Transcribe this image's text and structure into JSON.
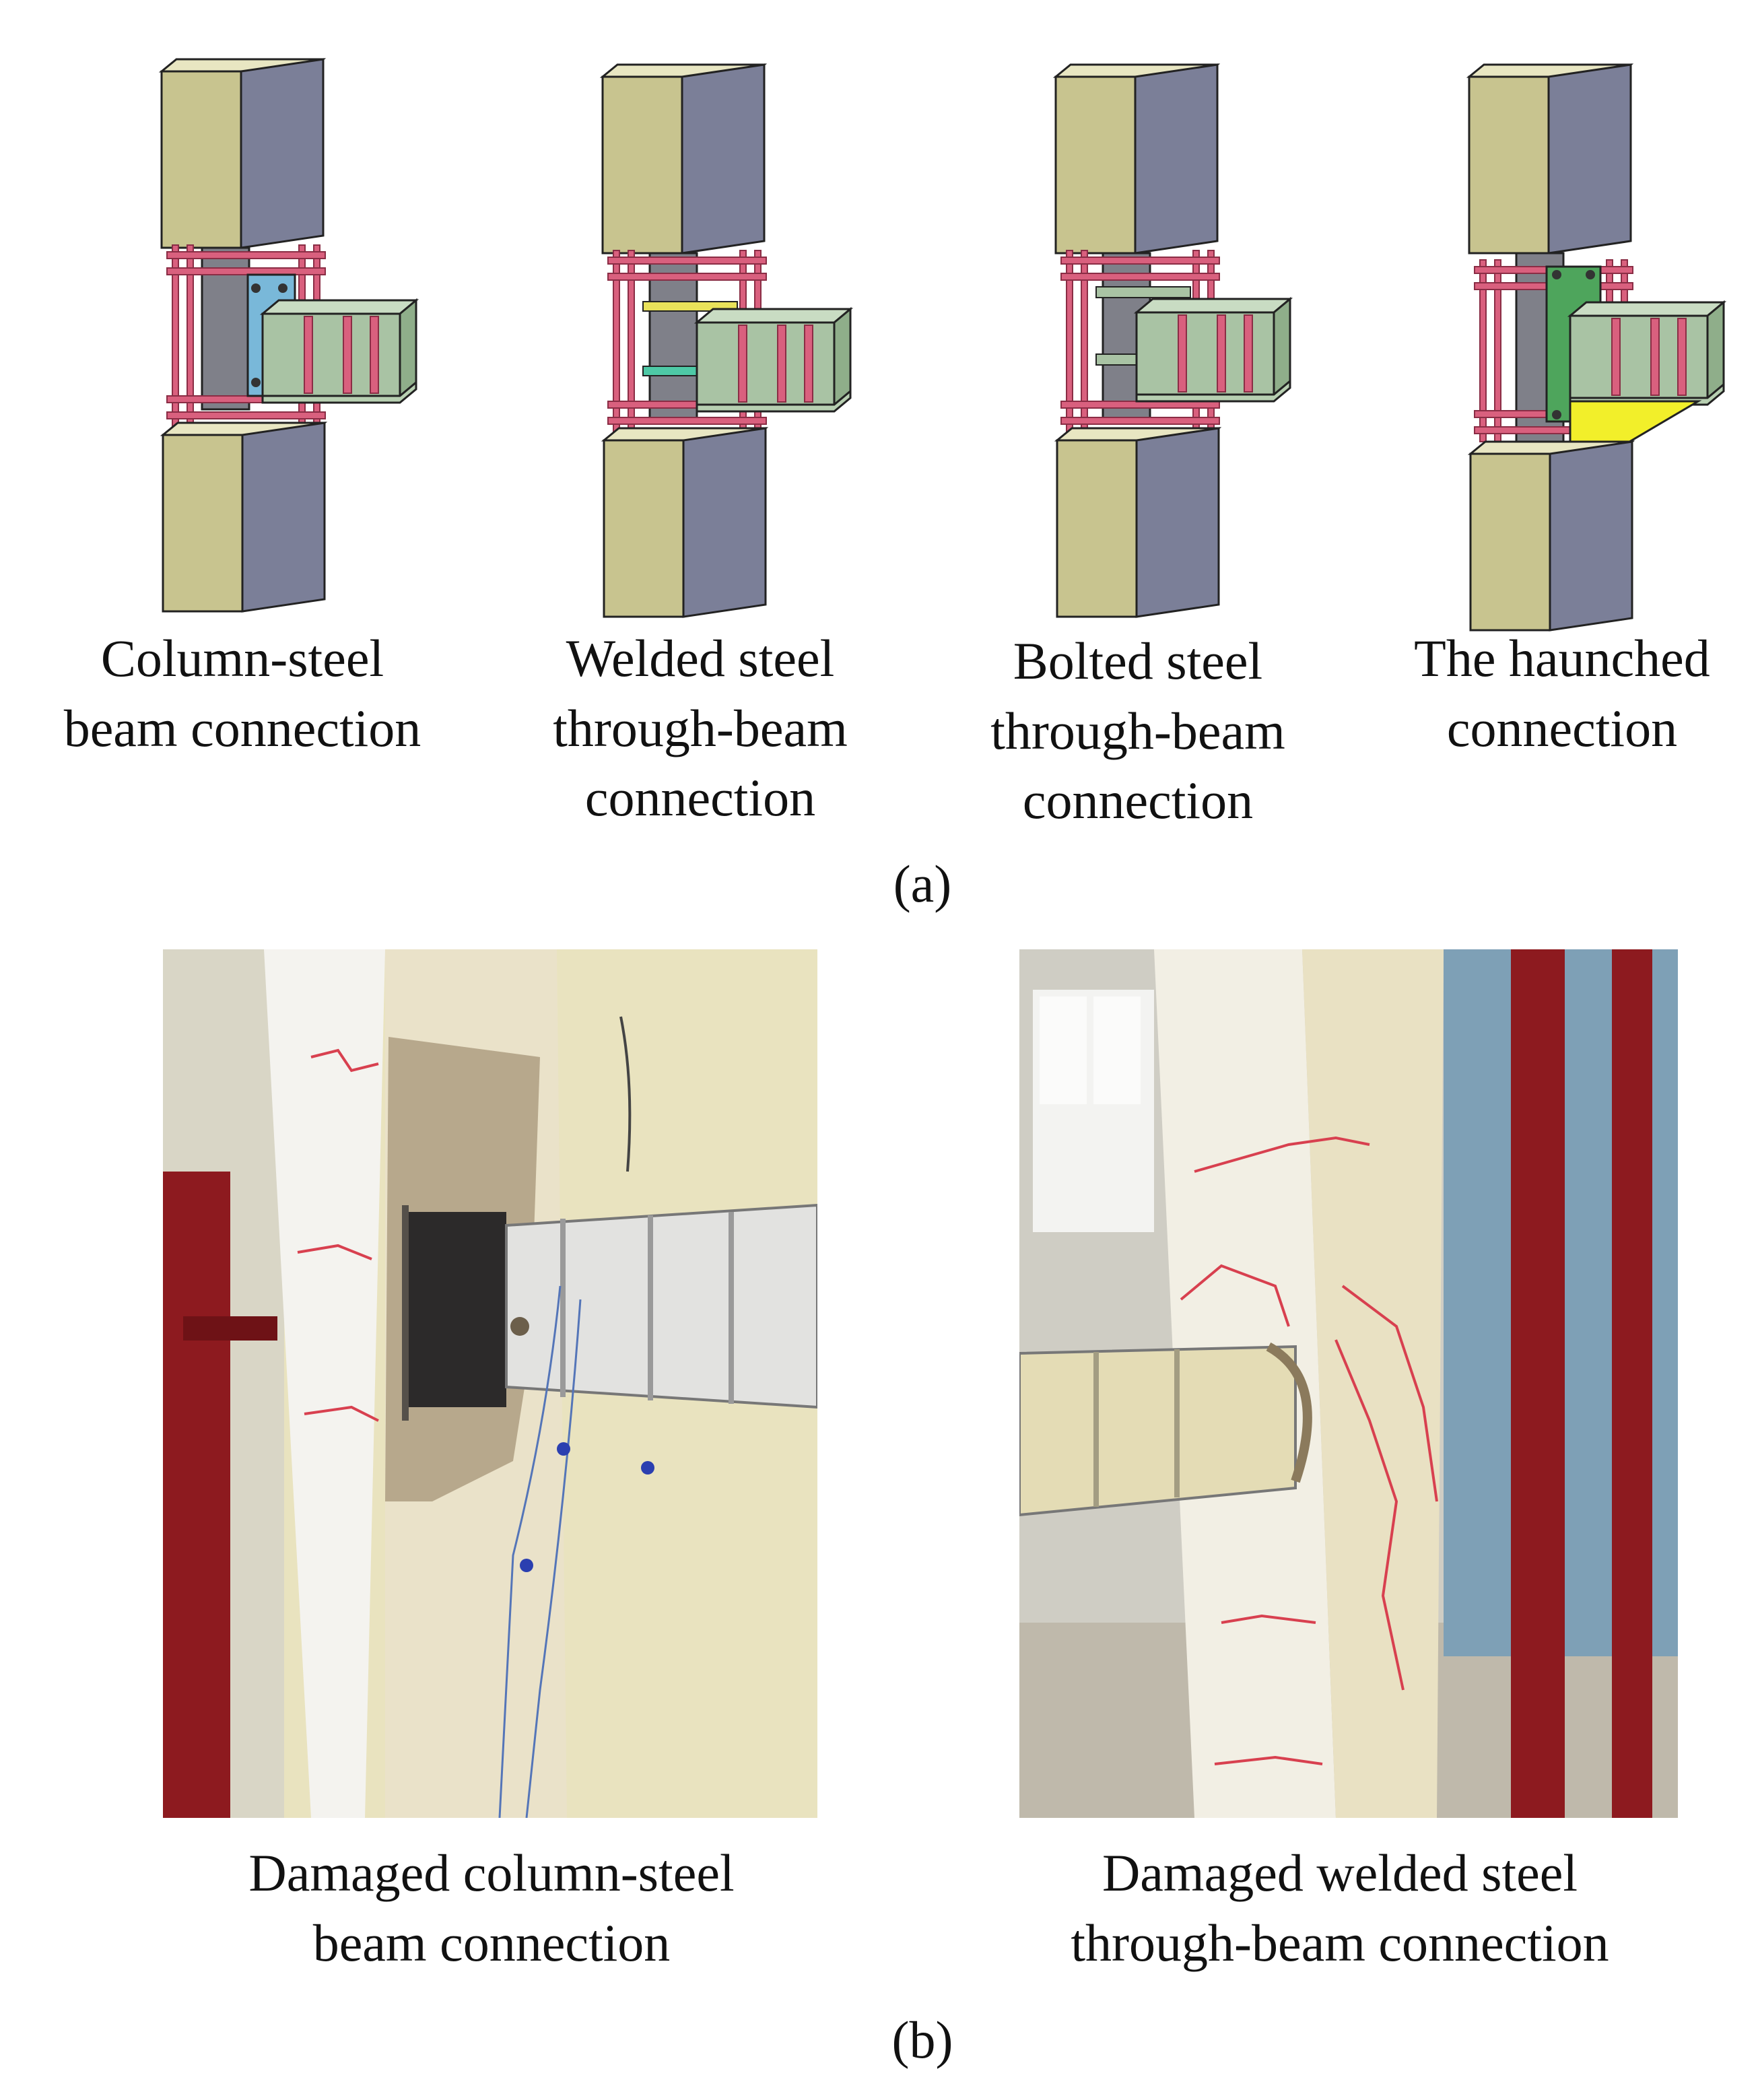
{
  "panel_a": {
    "label": "(a)",
    "models": [
      {
        "id": "column-steel",
        "caption": [
          "Column-steel",
          "beam connection"
        ]
      },
      {
        "id": "welded",
        "caption": [
          "Welded steel",
          "through-beam",
          "connection"
        ]
      },
      {
        "id": "bolted",
        "caption": [
          "Bolted steel",
          "through-beam",
          "connection"
        ]
      },
      {
        "id": "haunched",
        "caption": [
          "The haunched",
          "connection"
        ]
      }
    ]
  },
  "panel_b": {
    "label": "(b)",
    "photos": [
      {
        "id": "damaged-column-steel",
        "caption": [
          "Damaged column-steel",
          "beam connection"
        ]
      },
      {
        "id": "damaged-welded",
        "caption": [
          "Damaged welded steel",
          "through-beam connection"
        ]
      }
    ]
  },
  "colors": {
    "concrete_front": "#c8c48f",
    "concrete_side": "#7b7f98",
    "stirrup": "#d9607e",
    "steel_beam": "#a9c3a4",
    "steel_column": "#7f8089",
    "plate_blue": "#79b8d9",
    "plate_green": "#4ea55c",
    "haunch_yellow": "#f2ef2a",
    "crack_red": "#d8404f",
    "frame_red": "#8d1a1f"
  }
}
